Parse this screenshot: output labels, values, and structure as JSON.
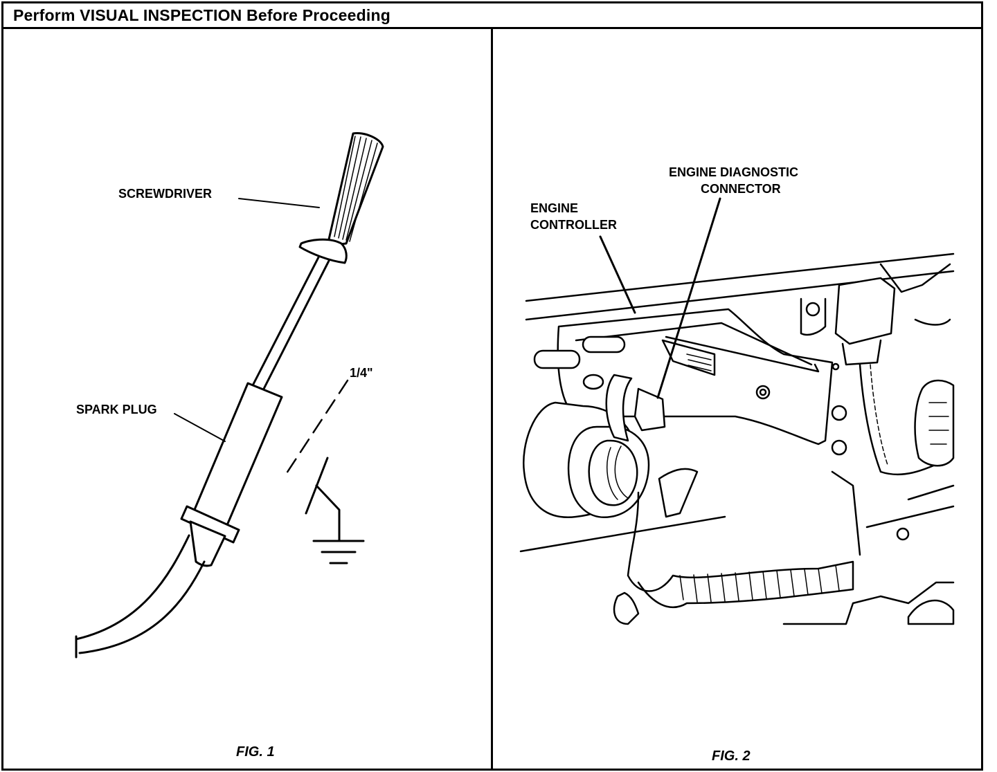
{
  "header": {
    "title": "Perform VISUAL INSPECTION Before Proceeding"
  },
  "fig1": {
    "caption": "FIG. 1",
    "labels": {
      "screwdriver": "SCREWDRIVER",
      "spark_plug": "SPARK PLUG",
      "gap": "1/4\""
    },
    "icons": [
      "screwdriver-icon",
      "spark-plug-icon",
      "ground-symbol-icon"
    ]
  },
  "fig2": {
    "caption": "FIG. 2",
    "labels": {
      "engine_controller_line1": "ENGINE",
      "engine_controller_line2": "CONTROLLER",
      "diagnostic_connector_line1": "ENGINE DIAGNOSTIC",
      "diagnostic_connector_line2": "CONNECTOR"
    },
    "icons": [
      "engine-bay-illustration",
      "engine-controller-icon",
      "diagnostic-connector-icon",
      "wiring-harness-icon"
    ]
  },
  "colors": {
    "ink": "#000000",
    "paper": "#ffffff"
  }
}
